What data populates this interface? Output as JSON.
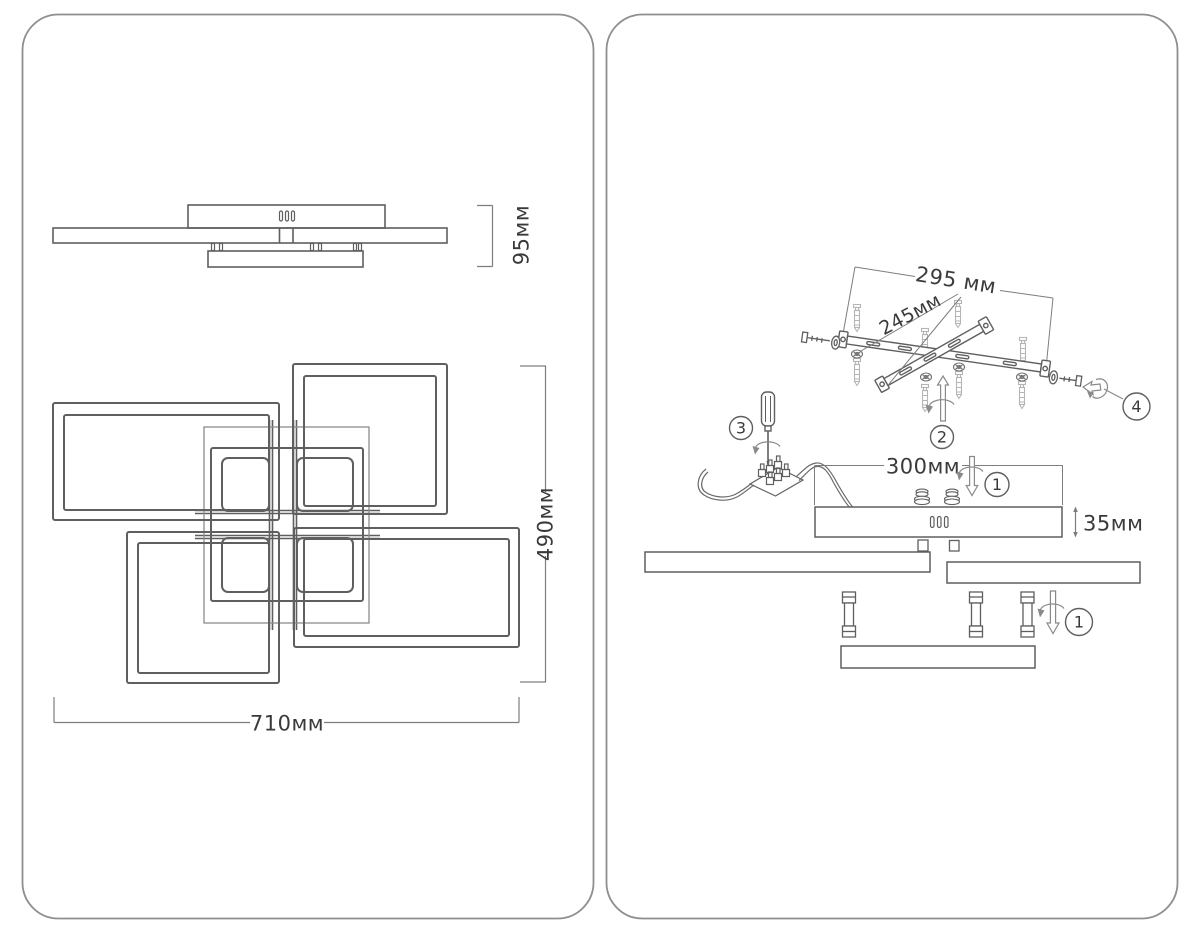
{
  "colors": {
    "background": "#ffffff",
    "panel_border": "#8f8f8f",
    "drawing_line": "#5f5f5f",
    "dimension_line": "#7d7d7d",
    "anchor_line": "#b5b5b5",
    "text": "#3a3a3a"
  },
  "left_panel": {
    "side_view": {
      "height_label": "95мм"
    },
    "top_view": {
      "height_label": "490мм",
      "width_label": "710мм"
    }
  },
  "right_panel": {
    "mounting_bracket": {
      "length_label": "295 мм",
      "hole_spacing_label": "245мм"
    },
    "canopy": {
      "width_label": "300мм",
      "height_label": "35мм"
    },
    "steps": {
      "step1": "1",
      "step2": "2",
      "step3": "3",
      "step4": "4"
    }
  }
}
